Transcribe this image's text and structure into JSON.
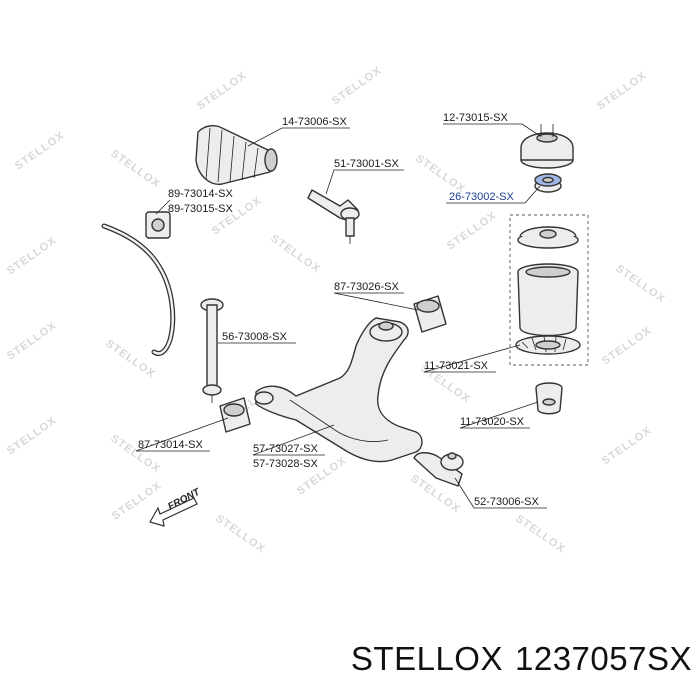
{
  "watermark": "STELLOX",
  "front_label": "FRONT",
  "footer": {
    "brand": "STELLOX",
    "part_number": "1237057SX"
  },
  "parts": [
    {
      "label": "14-73006-SX"
    },
    {
      "label": "12-73015-SX"
    },
    {
      "label": "51-73001-SX"
    },
    {
      "label": "26-73002-SX"
    },
    {
      "label": "89-73014-SX"
    },
    {
      "label": "89-73015-SX"
    },
    {
      "label": "87-73026-SX"
    },
    {
      "label": "56-73008-SX"
    },
    {
      "label": "11-73021-SX"
    },
    {
      "label": "11-73020-SX"
    },
    {
      "label": "87-73014-SX"
    },
    {
      "label": "57-73027-SX"
    },
    {
      "label": "57-73028-SX"
    },
    {
      "label": "52-73006-SX"
    }
  ],
  "colors": {
    "highlight": "#1b3f8f",
    "line": "#222222"
  }
}
